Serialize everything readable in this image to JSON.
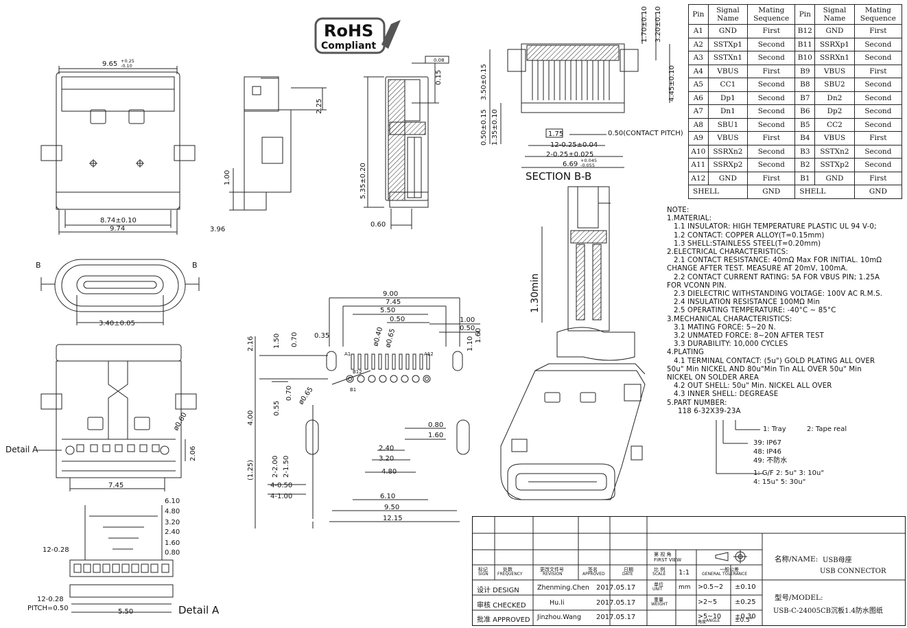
{
  "pin_table": {
    "headers": {
      "pin": "Pin",
      "signal_1": "Signal",
      "signal_2": "Name",
      "mating_1": "Mating",
      "mating_2": "Sequence"
    },
    "rows": [
      [
        "A1",
        "GND",
        "First",
        "B12",
        "GND",
        "First"
      ],
      [
        "A2",
        "SSTXp1",
        "Second",
        "B11",
        "SSRXp1",
        "Second"
      ],
      [
        "A3",
        "SSTXn1",
        "Second",
        "B10",
        "SSRXn1",
        "Second"
      ],
      [
        "A4",
        "VBUS",
        "First",
        "B9",
        "VBUS",
        "First"
      ],
      [
        "A5",
        "CC1",
        "Second",
        "B8",
        "SBU2",
        "Second"
      ],
      [
        "A6",
        "Dp1",
        "Second",
        "B7",
        "Dn2",
        "Second"
      ],
      [
        "A7",
        "Dn1",
        "Second",
        "B6",
        "Dp2",
        "Second"
      ],
      [
        "A8",
        "SBU1",
        "Second",
        "B5",
        "CC2",
        "Second"
      ],
      [
        "A9",
        "VBUS",
        "First",
        "B4",
        "VBUS",
        "First"
      ],
      [
        "A10",
        "SSRXn2",
        "Second",
        "B3",
        "SSTXn2",
        "Second"
      ],
      [
        "A11",
        "SSRXp2",
        "Second",
        "B2",
        "SSTXp2",
        "Second"
      ],
      [
        "A12",
        "GND",
        "First",
        "B1",
        "GND",
        "First"
      ]
    ],
    "shell_row": [
      "SHELL",
      "GND",
      "SHELL",
      "GND"
    ]
  },
  "logo": {
    "line1": "RoHS",
    "line2": "Compliant"
  },
  "labels": {
    "section": "SECTION  B-B",
    "detail_a_1": "Detail  A",
    "detail_a_2": "Detail  A",
    "b_left": "B",
    "b_right": "B",
    "a1": "A1",
    "a12": "A12",
    "b12": "B12",
    "b1": "B1",
    "flatness": "0.08"
  },
  "dimensions": {
    "top_width": "9.65",
    "top_tol_plus": "+0.25",
    "top_tol_minus": "-0.10",
    "d874": "8.74±0.10",
    "d974": "9.74",
    "d225": "2.25",
    "d100": "1.00",
    "d396": "3.96",
    "d015a": "0.15",
    "d535": "5.35±0.20",
    "d060a": "0.60",
    "d340": "3.40±0.05",
    "d060b": "ø0.60",
    "d206": "2.06",
    "d745a": "7.45",
    "d170": "1.70±0.10",
    "d320": "3.20±0.10",
    "d445": "4.45±0.10",
    "d350": "3.50±0.15",
    "d050": "0.50±0.15",
    "d135": "1.35±0.10",
    "d175": "1.75",
    "pitch_note": "0.50(CONTACT PITCH)",
    "d12_025": "12-0.25±0.04",
    "d2_025": "2-0.25±0.025",
    "d669": "6.69",
    "d669_plus": "+0.045",
    "d669_minus": "-0.055",
    "d130min": "1.30min",
    "fp_900": "9.00",
    "fp_745": "7.45",
    "fp_550": "5.50",
    "fp_050": "0.50",
    "fp_100": "1.00",
    "fp_050b": "0.50",
    "fp_035": "0.35",
    "fp_070": "0.70",
    "fp_040": "ø0.40",
    "fp_065": "ø0.65",
    "fp_110": "1.10",
    "fp_160": "1.60",
    "fp_216": "2.16",
    "fp_150": "1.50",
    "fp_065b": "ø0.65",
    "fp_070b": "0.70",
    "fp_055": "0.55",
    "fp_400": "4.00",
    "fp_080": "0.80",
    "fp_160b": "1.60",
    "fp_240": "2.40",
    "fp_320": "3.20",
    "fp_480": "4.80",
    "fp_125": "(1.25)",
    "fp_2200": "2-2.00",
    "fp_2150": "2-1.50",
    "fp_4050": "4-0.50",
    "fp_4100": "4-1.00",
    "fp_610": "6.10",
    "fp_950": "9.50",
    "fp_1215": "12.15",
    "da_610": "6.10",
    "da_480": "4.80",
    "da_320": "3.20",
    "da_240": "2.40",
    "da_160": "1.60",
    "da_080": "0.80",
    "da_12_028a": "12-0.28",
    "da_12_028b": "12-0.28",
    "da_pitch": "PITCH=0.50",
    "da_550": "5.50"
  },
  "notes": [
    "NOTE:",
    "1.MATERIAL:",
    "1.1  INSULATOR:  HIGH  TEMPERATURE  PLASTIC  UL  94  V-0;",
    "1.2  CONTACT:  COPPER  ALLOY(T=0.15mm)",
    "1.3  SHELL:STAINLESS  STEEL(T=0.20mm)",
    "2.ELECTRICAL  CHARACTERISTICS:",
    "2.1  CONTACT  RESISTANCE:  40mΩ  Max  FOR  INITIAL.  10mΩ",
    "CHANGE  AFTER  TEST.  MEASURE  AT  20mV,  100mA.",
    "2.2  CONTACT  CURRENT  RATING:  5A  FOR  VBUS  PIN;  1.25A",
    "FOR  VCONN  PIN.",
    "2.3  DIELECTRIC  WITHSTANDING  VOLTAGE:  100V  AC  R.M.S.",
    "2.4  INSULATION  RESISTANCE  100MΩ  Min",
    "2.5  OPERATING  TEMPERATURE:  -40°C  ~  85°C",
    "3.MECHANICAL  CHARACTERISTICS:",
    "3.1  MATING  FORCE:  5~20  N.",
    "3.2  UNMATED  FORCE:  8~20N  AFTER  TEST",
    "3.3  DURABILITY:  10,000  CYCLES",
    "4.PLATING",
    "4.1  TERMINAL  CONTACT:  (5u\")  GOLD  PLATING  ALL  OVER",
    "50u\"  Min  NICKEL  AND  80u\"Min  Tin  ALL  OVER  50u\"  Min",
    "NICKEL  ON  SOLDER  AREA",
    "4.2  OUT  SHELL:  50u\"  Min.  NICKEL  ALL  OVER",
    "4.3  INNER  SHELL:  DEGREASE",
    "5.PART  NUMBER:"
  ],
  "part_number": {
    "code": "118 6-32X39-23A",
    "opt_tray": "1: Tray",
    "opt_tape": "2: Tape real",
    "opt_39": "39: IP67",
    "opt_48": "48: IP46",
    "opt_49": "49: 不防水",
    "opt_plating_1": "1: G/F     2: 5u\"     3: 10u\"",
    "opt_plating_2": "4: 15u\"     5: 30u\""
  },
  "title_block": {
    "first_view_cn": "第    视    角",
    "first_view_en": "FIRST  VIEW",
    "col_mark": "标记",
    "col_mark_en": "SIGN",
    "col_count": "处数",
    "col_count_en": "FREQUENCY",
    "col_rev": "更改文件号",
    "col_rev_en": "REVISION",
    "col_sign": "签名",
    "col_sign_en": "APPROVED",
    "col_date": "日期",
    "col_date_en": "DATE",
    "scale_cn": "比  例",
    "scale_en": "SCALE",
    "scale_value": "1:1",
    "tol_cn": "一般公差",
    "tol_en": "GENERAL TOLERANCE",
    "unit_cn": "单位",
    "unit_en": "UNIT",
    "unit_value": "mm",
    "weight_cn": "重量",
    "weight_en": "WEIGHT",
    "tol_rows": [
      [
        ">0.5~2",
        "±0.10"
      ],
      [
        ">2~5",
        "±0.25"
      ],
      [
        ">5~10",
        "±0.30"
      ]
    ],
    "angle_cn": "角度",
    "angle_en": "ANGLE",
    "angle_value": "±0.5°",
    "design_label": "设计  DESIGN",
    "design_name": "Zhenming.Chen",
    "design_date": "2017.05.17",
    "checked_label": "审核  CHECKED",
    "checked_name": "Hu.li",
    "checked_date": "2017.05.17",
    "approved_label": "批准  APPROVED",
    "approved_name": "Jinzhou.Wang",
    "approved_date": "2017.05.17",
    "name_label": "名称/NAME:",
    "name_cn": "USB母座",
    "name_en": "USB  CONNECTOR",
    "model_label": "型号/MODEL:",
    "model_value": "USB-C-24005CB沉板1.4防水图纸"
  }
}
